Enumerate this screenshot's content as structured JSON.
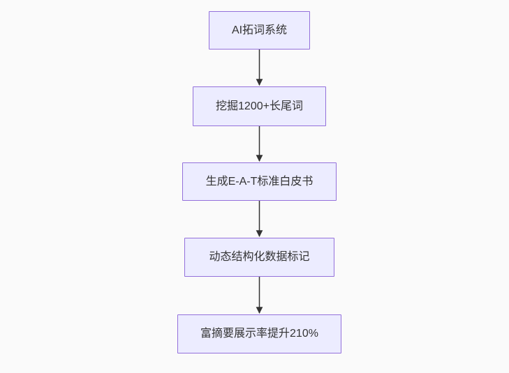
{
  "diagram": {
    "type": "flowchart",
    "direction": "top-down",
    "nodes": [
      {
        "id": "n1",
        "label": "AI拓词系统"
      },
      {
        "id": "n2",
        "label": "挖掘1200+长尾词"
      },
      {
        "id": "n3",
        "label": "生成E-A-T标准白皮书"
      },
      {
        "id": "n4",
        "label": "动态结构化数据标记"
      },
      {
        "id": "n5",
        "label": "富摘要展示率提升210%"
      }
    ],
    "edges": [
      {
        "from": "n1",
        "to": "n2",
        "style": "arrow"
      },
      {
        "from": "n2",
        "to": "n3",
        "style": "arrow"
      },
      {
        "from": "n3",
        "to": "n4",
        "style": "arrow"
      },
      {
        "from": "n4",
        "to": "n5",
        "style": "arrow"
      }
    ]
  },
  "colors": {
    "background": "#fafafa",
    "node_fill": "#ECECFF",
    "node_border": "#9370DB",
    "node_text": "#333333",
    "arrow": "#333333"
  }
}
